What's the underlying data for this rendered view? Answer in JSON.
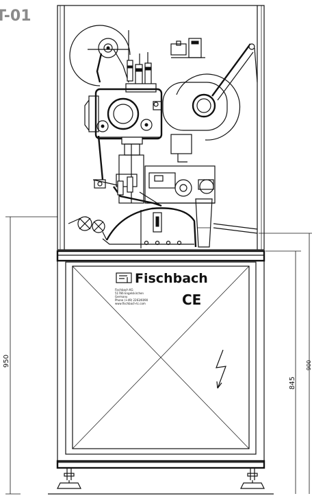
{
  "figure": {
    "corner_label": "T-01",
    "brand": "Fischbach",
    "ce_mark": "CE",
    "address_lines": [
      "Fischbach KG",
      "51766 Engelskirchen",
      "Germany",
      "Phone (+49) 2263/6090",
      "www.fischbach-tc.com"
    ],
    "dimensions": {
      "left_height": "950",
      "right_inner_height": "845",
      "right_outer_height": "900"
    }
  }
}
